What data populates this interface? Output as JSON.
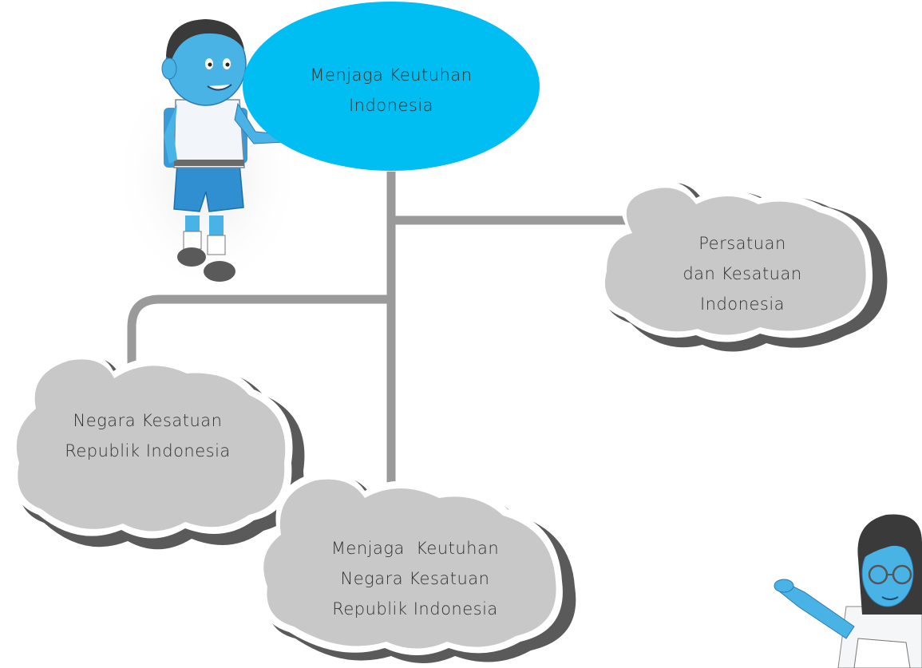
{
  "diagram": {
    "root": {
      "lines": [
        "Menjaga Keutuhan",
        "Indonesia"
      ]
    },
    "nodes": [
      {
        "id": "persatuan",
        "lines": [
          "Persatuan",
          "dan Kesatuan",
          "Indonesia"
        ]
      },
      {
        "id": "nkri",
        "lines": [
          "Negara Kesatuan",
          "Republik Indonesia"
        ]
      },
      {
        "id": "menjaga-nkri",
        "lines": [
          "Menjaga  Keutuhan",
          "Negara Kesatuan",
          "Republik Indonesia"
        ]
      }
    ]
  },
  "colors": {
    "root_fill": "#00bdf2",
    "cloud_fill": "#c8c8c8",
    "cloud_shadow": "#5a5a5a",
    "cloud_outline": "#ffffff",
    "connector": "#9a9a9a",
    "character_skin": "#4ab3e6",
    "uniform_shorts": "#2f8fd0",
    "text": "#333333"
  },
  "illustrations": [
    "boy-student-character",
    "girl-student-character"
  ]
}
